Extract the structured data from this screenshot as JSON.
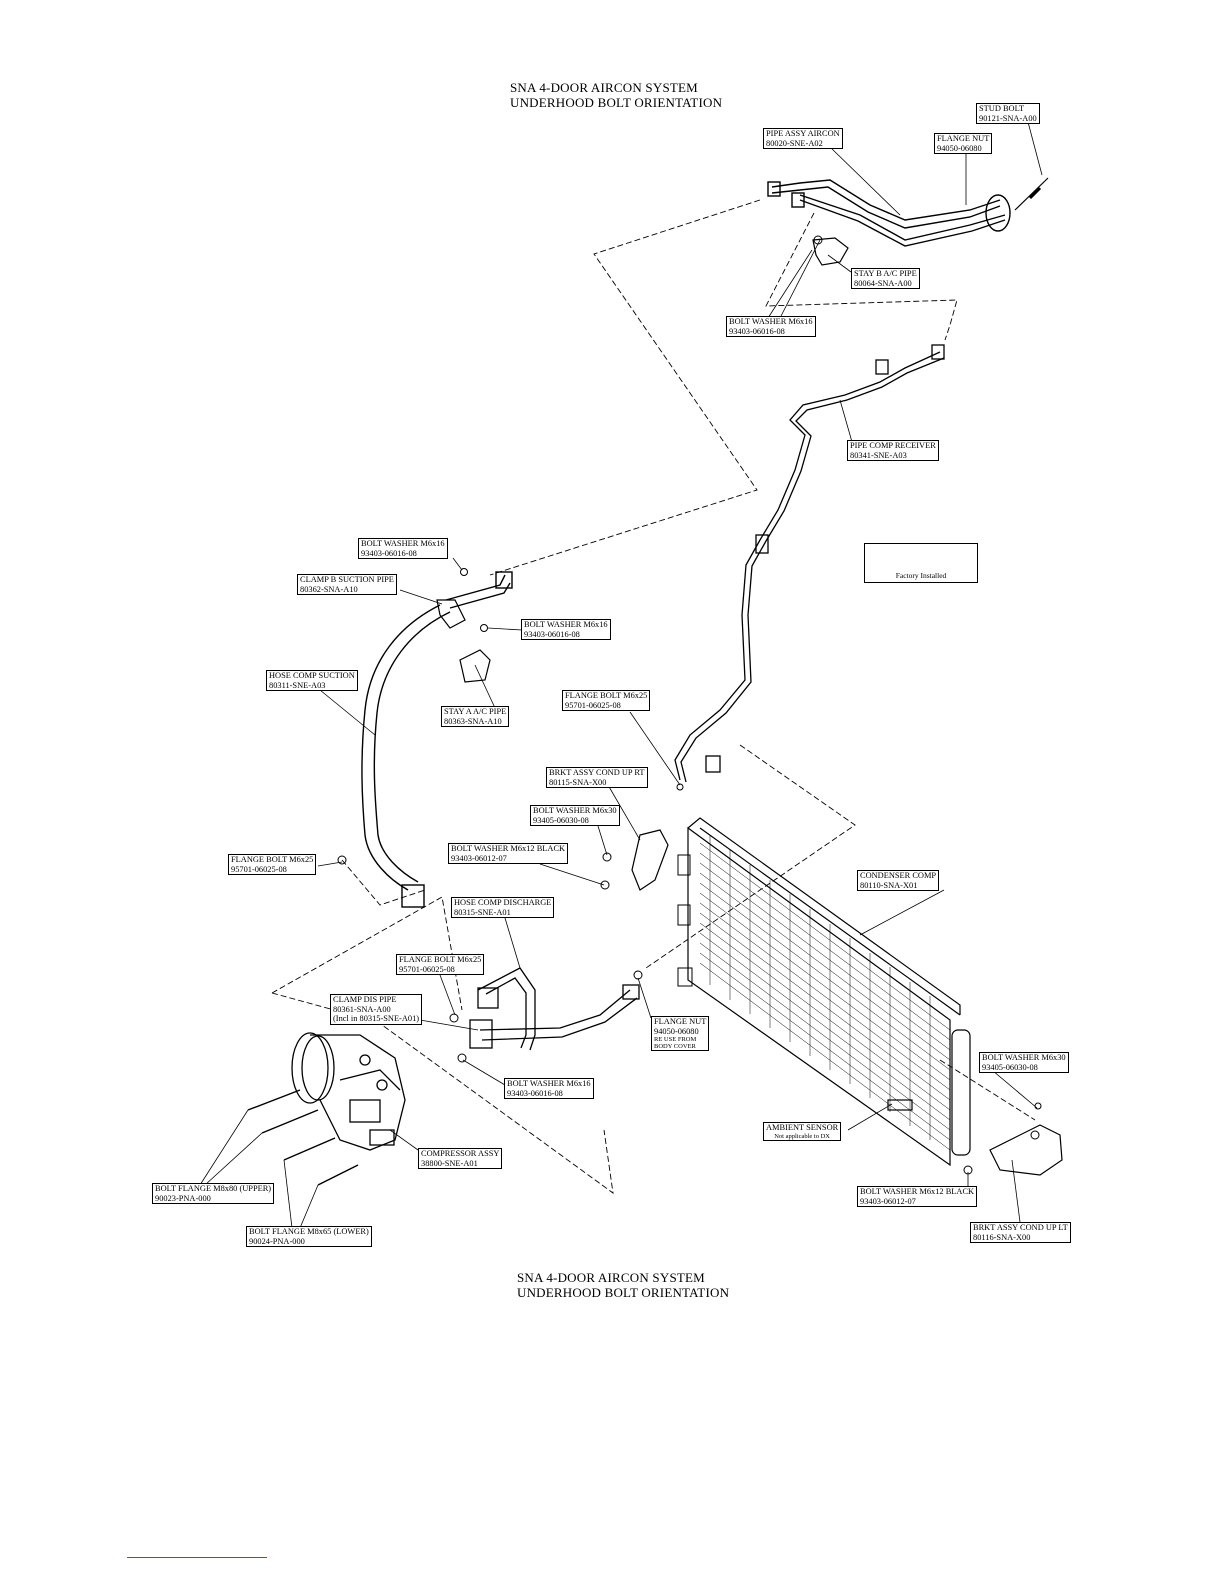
{
  "header": {
    "title_line1": "SNA 4-DOOR AIRCON SYSTEM",
    "title_line2": "UNDERHOOD BOLT ORIENTATION"
  },
  "footer": {
    "title_line1": "SNA 4-DOOR AIRCON SYSTEM",
    "title_line2": "UNDERHOOD BOLT ORIENTATION"
  },
  "labels": {
    "stud_bolt": {
      "line1": "STUD BOLT",
      "line2": "90121-SNA-A00"
    },
    "pipe_assy_aircon": {
      "line1": "PIPE ASSY AIRCON",
      "line2": "80020-SNE-A02"
    },
    "flange_nut_top": {
      "line1": "FLANGE NUT",
      "line2": "94050-06080"
    },
    "stay_b": {
      "line1": "STAY B A/C PIPE",
      "line2": "80064-SNA-A00"
    },
    "bolt_washer_top": {
      "line1": "BOLT WASHER M6x16",
      "line2": "93403-06016-08"
    },
    "pipe_comp_receiver": {
      "line1": "PIPE COMP RECEIVER",
      "line2": "80341-SNE-A03"
    },
    "bolt_washer_mid": {
      "line1": "BOLT WASHER M6x16",
      "line2": "93403-06016-08"
    },
    "clamp_b": {
      "line1": "CLAMP B SUCTION PIPE",
      "line2": "80362-SNA-A10"
    },
    "bolt_washer_right": {
      "line1": "BOLT WASHER M6x16",
      "line2": "93403-06016-08"
    },
    "hose_comp_suction": {
      "line1": "HOSE COMP SUCTION",
      "line2": "80311-SNE-A03"
    },
    "stay_a": {
      "line1": "STAY A A/C PIPE",
      "line2": "80363-SNA-A10"
    },
    "flange_bolt_top": {
      "line1": "FLANGE BOLT M6x25",
      "line2": "95701-06025-08"
    },
    "brkt_cond_rt": {
      "line1": "BRKT ASSY COND UP RT",
      "line2": "80115-SNA-X00"
    },
    "bolt_washer_m6x30": {
      "line1": "BOLT WASHER M6x30",
      "line2": "93405-06030-08"
    },
    "bolt_washer_black": {
      "line1": "BOLT WASHER M6x12 BLACK",
      "line2": "93403-06012-07"
    },
    "flange_bolt_left": {
      "line1": "FLANGE BOLT M6x25",
      "line2": "95701-06025-08"
    },
    "hose_comp_discharge": {
      "line1": "HOSE COMP DISCHARGE",
      "line2": "80315-SNE-A01"
    },
    "condenser_comp": {
      "line1": "CONDENSER COMP",
      "line2": "80110-SNA-X01"
    },
    "flange_bolt_mid": {
      "line1": "FLANGE BOLT M6x25",
      "line2": "95701-06025-08"
    },
    "clamp_dis": {
      "line1": "CLAMP DIS PIPE",
      "line2": "80361-SNA-A00",
      "line3": "(Incl in 80315-SNE-A01)"
    },
    "flange_nut_mid": {
      "line1": "FLANGE NUT",
      "line2": "94050-06080",
      "line3": "RE USE FROM",
      "line4": "BODY COVER"
    },
    "bolt_washer_lower": {
      "line1": "BOLT WASHER M6x16",
      "line2": "93403-06016-08"
    },
    "bolt_washer_m6x30_right": {
      "line1": "BOLT WASHER M6x30",
      "line2": "93405-06030-08"
    },
    "ambient_sensor": {
      "line1": "AMBIENT SENSOR",
      "line2": "Not applicable to DX"
    },
    "compressor_assy": {
      "line1": "COMPRESSOR ASSY",
      "line2": "38800-SNE-A01"
    },
    "bolt_flange_upper": {
      "line1": "BOLT FLANGE M8x80 (UPPER)",
      "line2": "90023-PNA-000"
    },
    "bolt_flange_lower": {
      "line1": "BOLT FLANGE M8x65 (LOWER)",
      "line2": "90024-PNA-000"
    },
    "bolt_washer_black_low": {
      "line1": "BOLT WASHER M6x12 BLACK",
      "line2": "93403-06012-07"
    },
    "brkt_cond_lt": {
      "line1": "BRKT ASSY COND UP LT",
      "line2": "80116-SNA-X00"
    }
  },
  "inset": {
    "caption": "Factory Installed"
  }
}
